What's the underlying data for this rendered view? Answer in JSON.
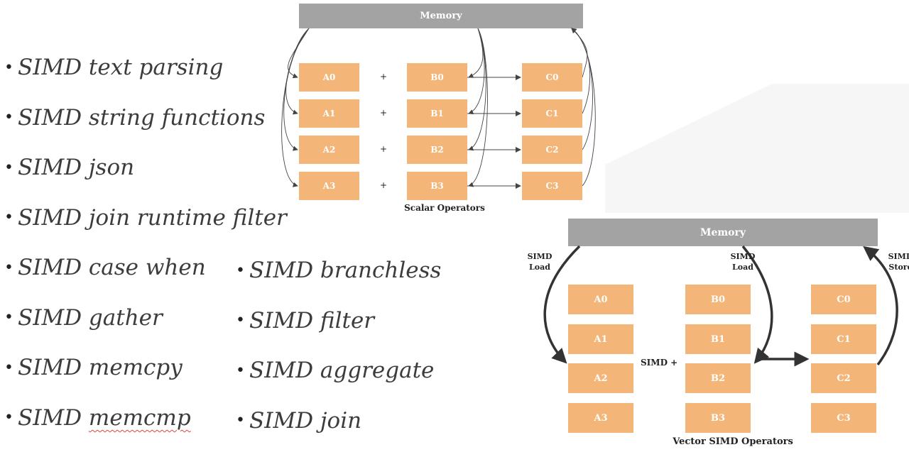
{
  "bullets_left": [
    {
      "text": "SIMD text parsing",
      "flagged": false
    },
    {
      "text": "SIMD string functions",
      "flagged": false
    },
    {
      "text": "SIMD json",
      "flagged": false
    },
    {
      "text": "SIMD join runtime filter",
      "flagged": false
    },
    {
      "text": "SIMD case when",
      "flagged": false
    },
    {
      "text": "SIMD gather",
      "flagged": false
    },
    {
      "text": "SIMD memcpy",
      "flagged": false
    },
    {
      "text": "SIMD memcmp",
      "flagged": true
    }
  ],
  "bullets_right": [
    {
      "text": "SIMD branchless"
    },
    {
      "text": "SIMD filter"
    },
    {
      "text": "SIMD aggregate"
    },
    {
      "text": "SIMD join"
    }
  ],
  "scalar_diagram": {
    "memory_label": "Memory",
    "col_a": [
      "A0",
      "A1",
      "A2",
      "A3"
    ],
    "col_b": [
      "B0",
      "B1",
      "B2",
      "B3"
    ],
    "col_c": [
      "C0",
      "C1",
      "C2",
      "C3"
    ],
    "operator": "+",
    "caption": "Scalar Operators",
    "bar_color": "#a3a3a3",
    "box_color": "#f4b678"
  },
  "vector_diagram": {
    "memory_label": "Memory",
    "load_label_left": [
      "SIMD",
      "Load"
    ],
    "load_label_mid": [
      "SIMD",
      "Load"
    ],
    "store_label": [
      "SIMD",
      "Store"
    ],
    "col_a": [
      "A0",
      "A1",
      "A2",
      "A3"
    ],
    "col_b": [
      "B0",
      "B1",
      "B2",
      "B3"
    ],
    "col_c": [
      "C0",
      "C1",
      "C2",
      "C3"
    ],
    "operator": "SIMD +",
    "caption": "Vector SIMD Operators",
    "bar_color": "#a3a3a3",
    "box_color": "#f4b678"
  }
}
